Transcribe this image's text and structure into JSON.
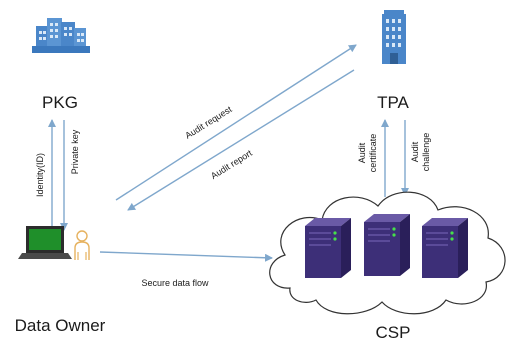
{
  "nodes": {
    "pkg": {
      "label": "PKG"
    },
    "tpa": {
      "label": "TPA"
    },
    "owner": {
      "label": "Data Owner"
    },
    "csp": {
      "label": "CSP"
    }
  },
  "edges": {
    "identity": "Identity(ID)",
    "private_key": "Private key",
    "audit_request": "Audit request",
    "audit_report": "Audit report",
    "audit_certificate": [
      "Audit",
      "certificate"
    ],
    "audit_challenge": [
      "Audit",
      "challenge"
    ],
    "secure_flow": "Secure data flow"
  },
  "colors": {
    "arrow": "#7fa7cc",
    "building": "#4a86c9",
    "building_window": "#d9e8f7",
    "server": "#3d2f78",
    "server_light": "#6a5aa6",
    "server_led": "#46e04a",
    "laptop_screen": "#1f8f2a",
    "laptop_body": "#2c2c2c",
    "person": "#e6b25f",
    "cloud_stroke": "#333333"
  },
  "icons": {
    "pkg": "buildings-icon",
    "tpa": "office-tower-icon",
    "owner": "laptop-user-icon",
    "csp": "server-cloud-icon"
  }
}
